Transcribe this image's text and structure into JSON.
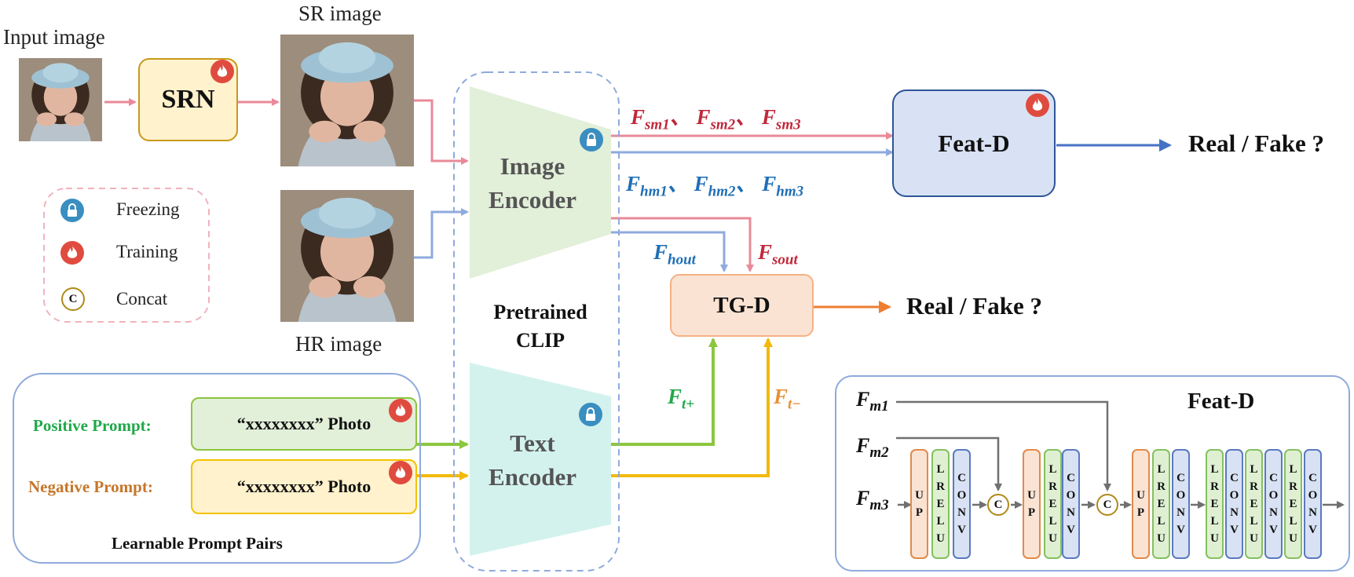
{
  "labels": {
    "input_image": "Input image",
    "sr_image": "SR image",
    "hr_image": "HR image",
    "srn": "SRN",
    "image_encoder": [
      "Image",
      "Encoder"
    ],
    "text_encoder": [
      "Text",
      "Encoder"
    ],
    "pretrained_clip": [
      "Pretrained",
      "CLIP"
    ],
    "feat_d": "Feat-D",
    "tg_d": "TG-D",
    "real_fake": "Real / Fake ?",
    "learnable_prompt_pairs": "Learnable Prompt Pairs",
    "positive_prompt": "Positive Prompt:",
    "negative_prompt": "Negative Prompt:",
    "prompt_text": "“xxxxxxxx” Photo"
  },
  "legend": {
    "freezing": "Freezing",
    "training": "Training",
    "concat": "Concat",
    "concat_symbol": "C"
  },
  "features": {
    "F": "F",
    "sep": "、",
    "sm": [
      "sm1",
      "sm2",
      "sm3"
    ],
    "hm": [
      "hm1",
      "hm2",
      "hm3"
    ],
    "hout": "hout",
    "sout": "sout",
    "t_plus": "t+",
    "t_minus": "t−"
  },
  "featd_detail": {
    "title": "Feat-D",
    "inputs": [
      "m1",
      "m2",
      "m3"
    ],
    "up": [
      "U",
      "P"
    ],
    "relu": [
      "L",
      "R",
      "E",
      "L",
      "U"
    ],
    "conv": [
      "C",
      "O",
      "N",
      "V"
    ]
  },
  "colors": {
    "pink": "#e98a98",
    "blue": "#8faadc",
    "green": "#8cc63f",
    "yellow": "#f2b90d",
    "orange": "#ed7d31",
    "red_text": "#c0283a",
    "blue_text": "#1f6fb5",
    "green_text": "#21a84a",
    "orange_text": "#e69138",
    "gray": "#707070"
  }
}
